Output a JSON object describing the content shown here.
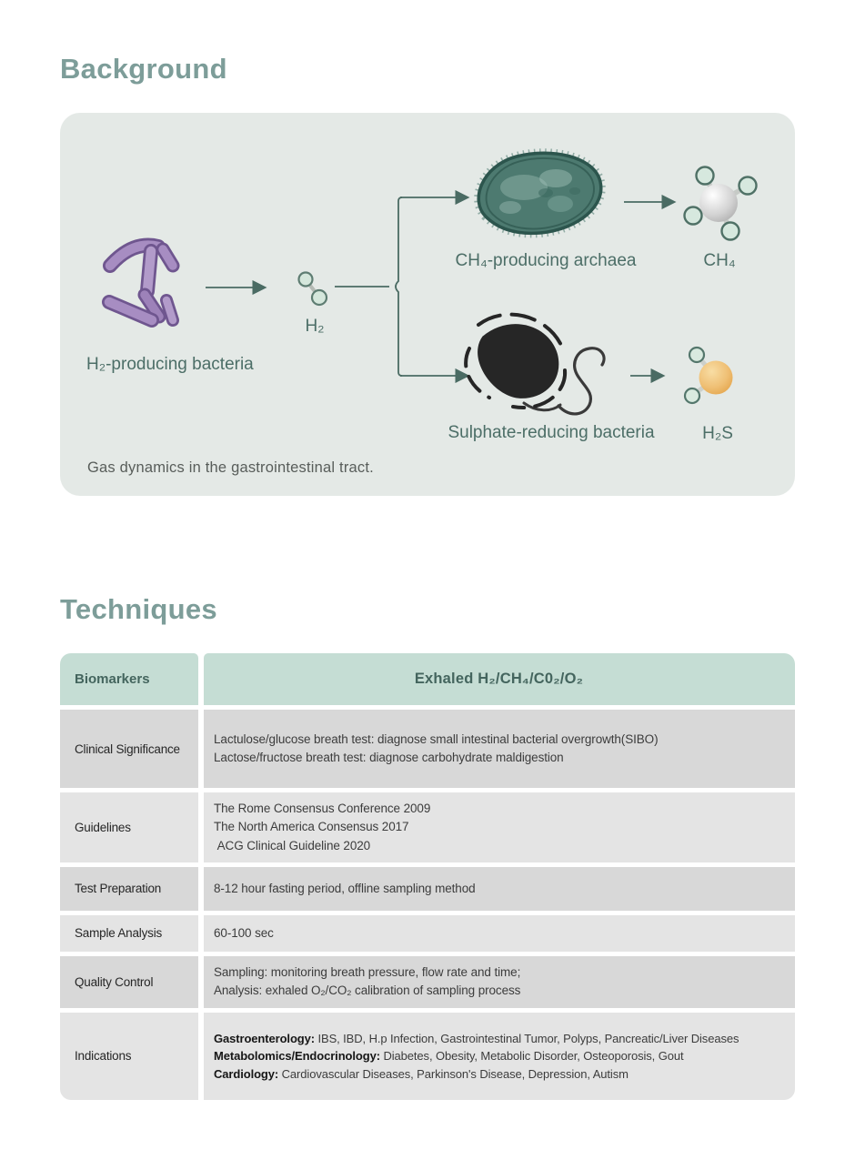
{
  "sections": {
    "background": {
      "title": "Background"
    },
    "techniques": {
      "title": "Techniques"
    }
  },
  "diagram": {
    "caption": "Gas dynamics in the gastrointestinal tract.",
    "labels": {
      "h2_bacteria": "H₂-producing bacteria",
      "h2": "H₂",
      "ch4_archaea": "CH₄-producing archaea",
      "ch4": "CH₄",
      "sulphate_bacteria": "Sulphate-reducing bacteria",
      "h2s": "H₂S"
    },
    "icons": {
      "h2_bacteria": "purple-rod-bacteria-cluster",
      "h2_molecule": "two-atom-hydrogen-molecule",
      "branch": "split-brace-with-arrows",
      "archaea": "methanogen-archaea-cell",
      "ch4_molecule": "methane-molecule",
      "sulphate_bacteria": "black-bean-bacterium-with-flagellum",
      "h2s_molecule": "hydrogen-sulfide-molecule"
    }
  },
  "table": {
    "header": {
      "col1": "Biomarkers",
      "col2": "Exhaled H₂/CH₄/C0₂/O₂"
    },
    "rows": [
      {
        "label": "Clinical Significance",
        "lines": [
          {
            "text": "Lactulose/glucose breath test: diagnose small intestinal bacterial overgrowth(SIBO)"
          },
          {
            "text": "Lactose/fructose breath test: diagnose carbohydrate maldigestion"
          }
        ]
      },
      {
        "label": "Guidelines",
        "lines": [
          {
            "text": "The Rome Consensus Conference 2009"
          },
          {
            "text": "The North America Consensus 2017"
          },
          {
            "text": " ACG Clinical Guideline 2020"
          }
        ]
      },
      {
        "label": "Test Preparation",
        "lines": [
          {
            "text": "8-12 hour fasting period, offline sampling method"
          }
        ]
      },
      {
        "label": "Sample Analysis",
        "lines": [
          {
            "text": "60-100 sec"
          }
        ]
      },
      {
        "label": "Quality Control",
        "lines": [
          {
            "text": "Sampling: monitoring breath pressure, flow rate and time;"
          },
          {
            "text": "Analysis: exhaled O₂/CO₂ calibration of sampling process"
          }
        ]
      },
      {
        "label": "Indications",
        "lines": [
          {
            "bold": "Gastroenterology:",
            "text": " IBS, IBD, H.p Infection, Gastrointestinal Tumor, Polyps, Pancreatic/Liver Diseases"
          },
          {
            "bold": "Metabolomics/Endocrinology:",
            "text": " Diabetes, Obesity, Metabolic Disorder, Osteoporosis, Gout"
          },
          {
            "bold": "Cardiology:",
            "text": " Cardiovascular Diseases, Parkinson's Disease, Depression, Autism"
          }
        ]
      }
    ]
  },
  "colors": {
    "accent_teal": "#7d9d99",
    "diagram_bg": "#e4e9e6",
    "diagram_label": "#4c6e67",
    "arrow": "#4a6b63",
    "table_header_bg": "#c5ddd4",
    "table_header_text": "#44655e",
    "row_dark": "#d8d8d8",
    "row_light": "#e4e4e4",
    "bacteria_purple": "#a78dc2",
    "archaea_green": "#4d7a70",
    "molecule_mint": "#d6e8de",
    "h2s_orange": "#efbf74"
  }
}
